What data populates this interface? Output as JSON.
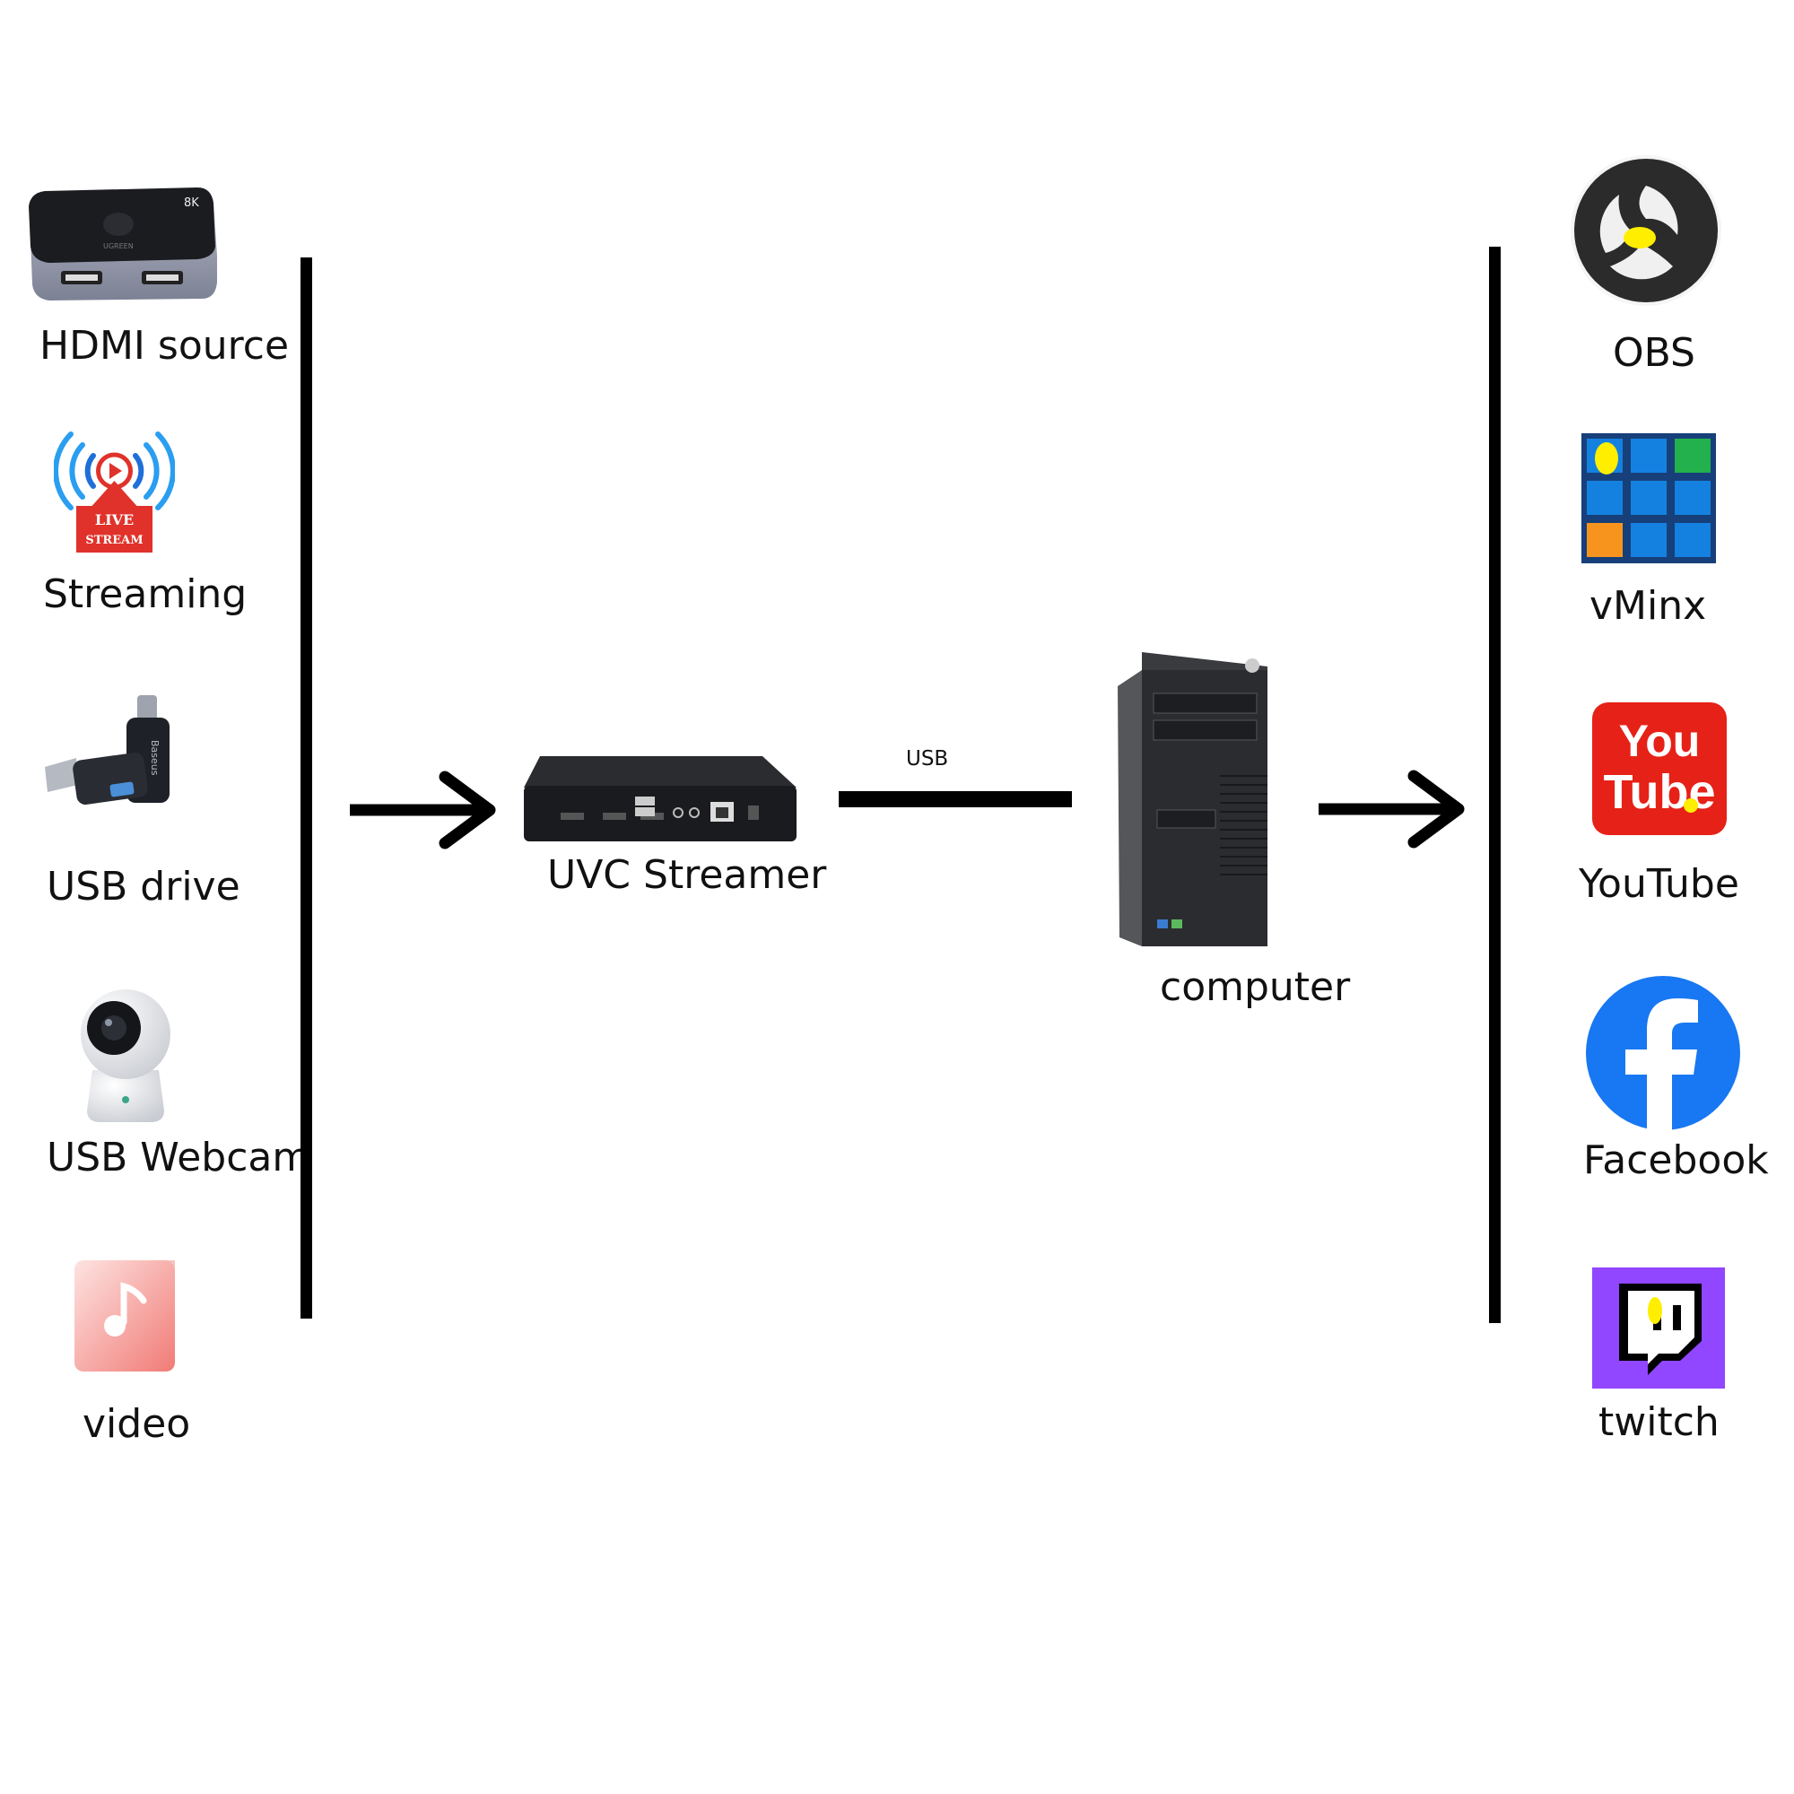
{
  "inputs": {
    "hdmi_source": "HDMI source",
    "streaming": "Streaming",
    "usb_drive": "USB drive",
    "usb_webcam": "USB Webcam",
    "video": "video",
    "hdmi_device_text": {
      "badge": "8K",
      "brand": "UGREEN"
    },
    "live_stream_text": {
      "line1": "LIVE",
      "line2": "STREAM"
    },
    "usb_adapter_text": {
      "brand": "Baseus"
    }
  },
  "center": {
    "streamer_label": "UVC Streamer",
    "usb_label": "USB",
    "computer_label": "computer"
  },
  "outputs": {
    "obs": "OBS",
    "vminx": "vMinx",
    "youtube": "YouTube",
    "youtube_logo_text": {
      "top": "You",
      "bottom": "Tube"
    },
    "facebook": "Facebook",
    "twitch": "twitch"
  },
  "colors": {
    "youtube_red": "#e62117",
    "facebook_blue": "#1877f2",
    "twitch_purple": "#9146ff",
    "vmix_blue": "#0f6fc6",
    "highlight_yellow": "#ffee00"
  }
}
